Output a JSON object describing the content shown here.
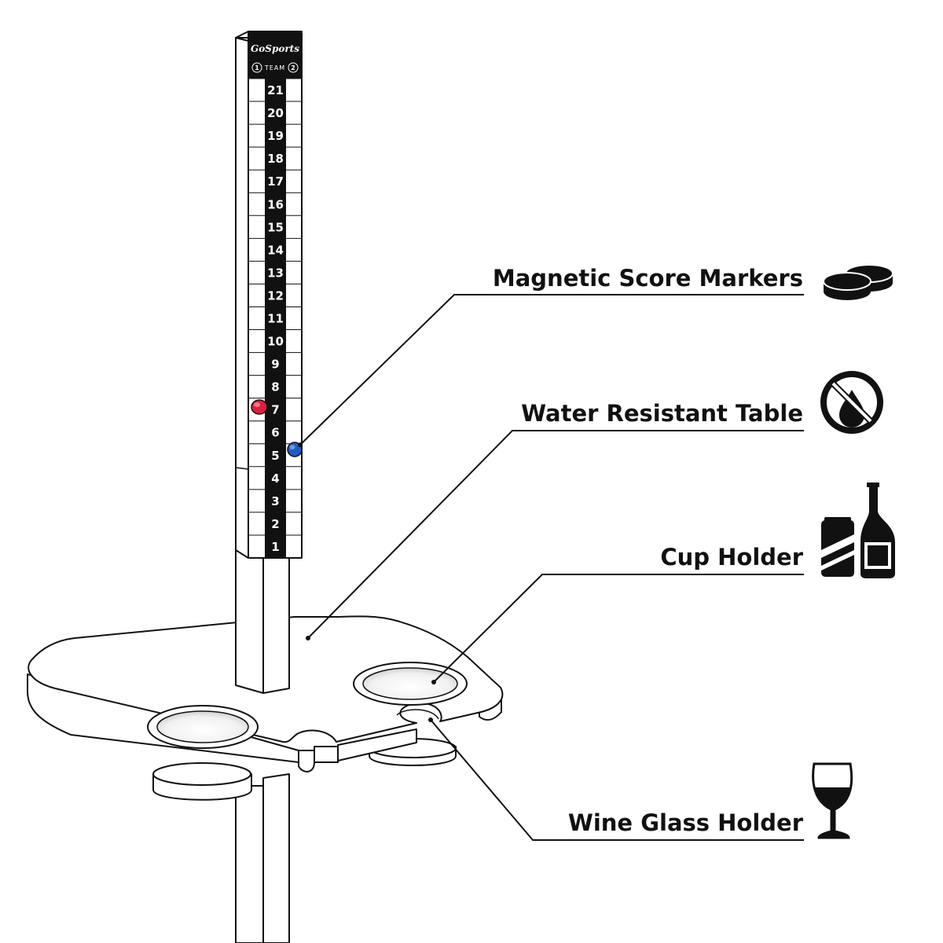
{
  "scoreboard": {
    "brand": "GoSports",
    "team_label": "TEAM",
    "team1": "1",
    "team2": "2",
    "numbers": [
      "21",
      "20",
      "19",
      "18",
      "17",
      "16",
      "15",
      "14",
      "13",
      "12",
      "11",
      "10",
      "9",
      "8",
      "7",
      "6",
      "5",
      "4",
      "3",
      "2",
      "1"
    ],
    "marker_red_score": 7,
    "marker_blue_score": 5
  },
  "colors": {
    "red_marker": "#e01f3d",
    "blue_marker": "#1e5bc6",
    "ink": "#111111"
  },
  "features": [
    {
      "label": "Magnetic Score Markers",
      "icon": "score-markers-icon"
    },
    {
      "label": "Water Resistant Table",
      "icon": "no-water-icon"
    },
    {
      "label": "Cup Holder",
      "icon": "can-and-bottle-icon"
    },
    {
      "label": "Wine Glass Holder",
      "icon": "wine-glass-icon"
    }
  ]
}
